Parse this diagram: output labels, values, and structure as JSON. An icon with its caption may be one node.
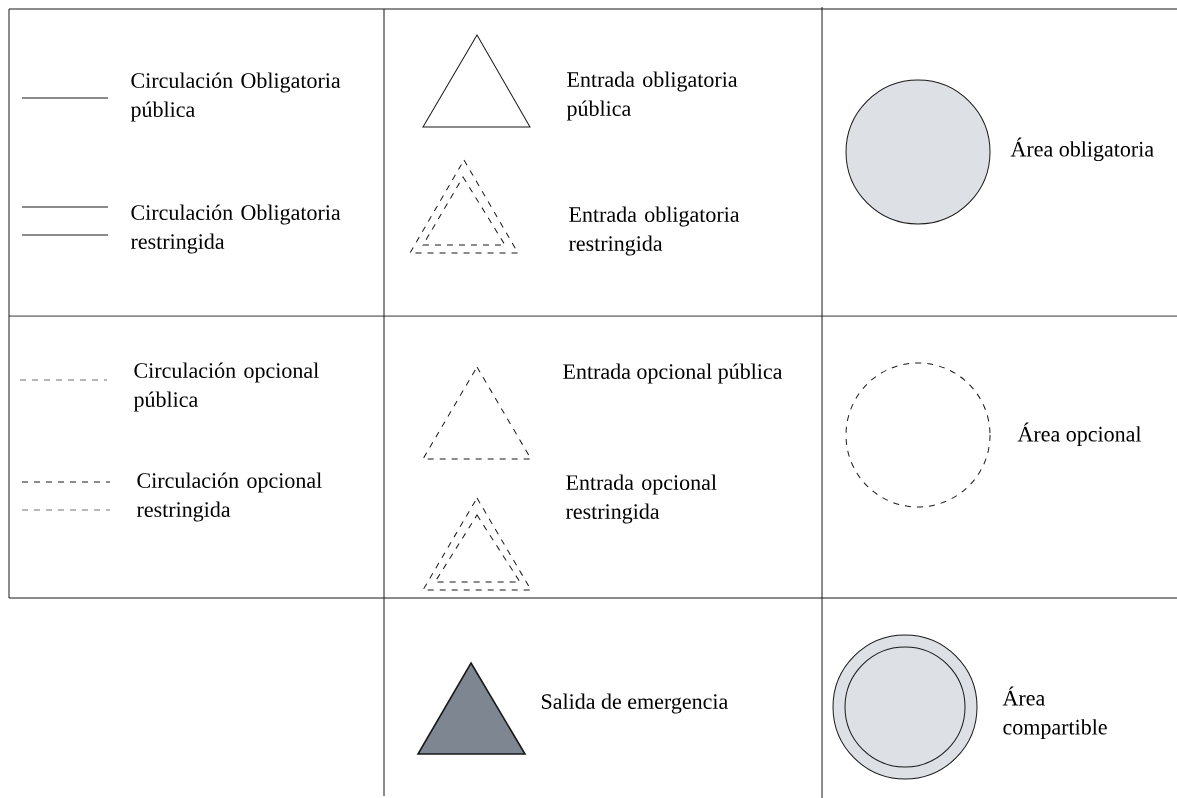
{
  "diagram": {
    "legend": [
      {
        "text": "Circulación Obligatoria pública"
      },
      {
        "text": "Circulación Obligatoria restringida"
      },
      {
        "text": "Entrada obligatoria pública"
      },
      {
        "text": "Entrada obligatoria restringida"
      },
      {
        "text": "Área obligatoria"
      },
      {
        "text": "Circulación opcional pública"
      },
      {
        "text": "Circulación opcional restringida"
      },
      {
        "text": "Entrada opcional pública"
      },
      {
        "text": "Entrada opcional restringida"
      },
      {
        "text": "Área opcional"
      },
      {
        "text": "Salida de emergencia"
      },
      {
        "text": "Área compartible"
      }
    ]
  }
}
